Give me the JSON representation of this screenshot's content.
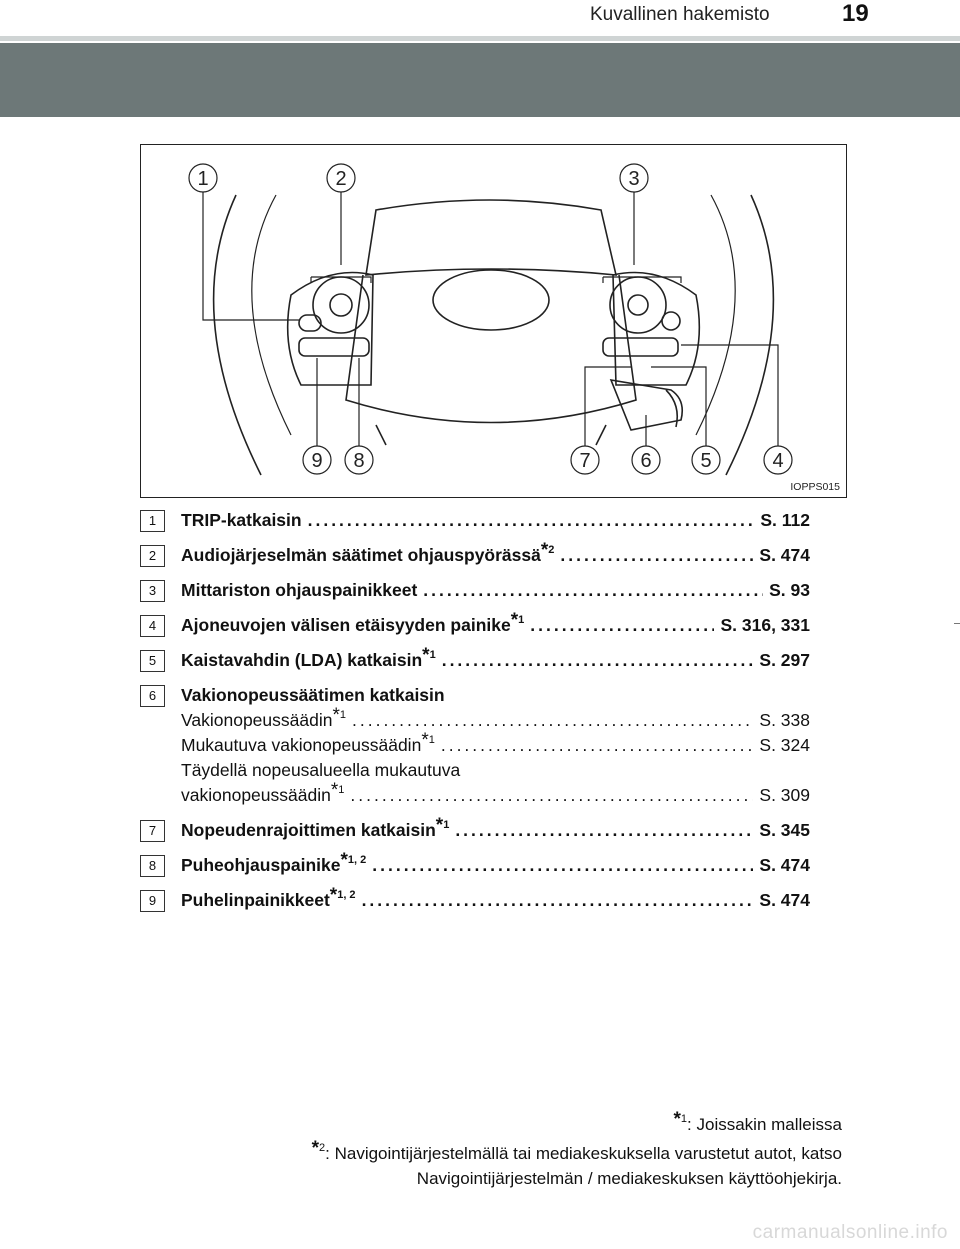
{
  "header": {
    "section_title": "Kuvallinen hakemisto",
    "page_number": "19"
  },
  "figure": {
    "code": "IOPPS015",
    "callouts": [
      "1",
      "2",
      "3",
      "4",
      "5",
      "6",
      "7",
      "8",
      "9"
    ]
  },
  "entries": [
    {
      "number": "1",
      "label": "TRIP-katkaisin",
      "sup": "",
      "ref": "S. 112"
    },
    {
      "number": "2",
      "label": "Audiojärjeselmän säätimet ohjauspyörässä",
      "sup": "2",
      "ref": "S. 474"
    },
    {
      "number": "3",
      "label": "Mittariston ohjauspainikkeet",
      "sup": "",
      "ref": "S. 93"
    },
    {
      "number": "4",
      "label": "Ajoneuvojen välisen etäisyyden painike",
      "sup": "1",
      "ref": "S. 316, 331"
    },
    {
      "number": "5",
      "label": "Kaistavahdin (LDA) katkaisin",
      "sup": "1",
      "ref": "S. 297"
    },
    {
      "number": "6",
      "label": "Vakionopeussäätimen katkaisin",
      "subitems": [
        {
          "label": "Vakionopeussäädin",
          "sup": "1",
          "ref": "S. 338"
        },
        {
          "label": "Mukautuva vakionopeussäädin",
          "sup": "1",
          "ref": "S. 324"
        },
        {
          "label_line1": "Täydellä nopeusalueella mukautuva",
          "label": "vakionopeussäädin",
          "sup": "1",
          "ref": "S. 309"
        }
      ]
    },
    {
      "number": "7",
      "label": "Nopeudenrajoittimen katkaisin",
      "sup": "1",
      "ref": "S. 345"
    },
    {
      "number": "8",
      "label": "Puheohjauspainike",
      "sup": "1, 2",
      "ref": "S. 474"
    },
    {
      "number": "9",
      "label": "Puhelinpainikkeet",
      "sup": "1, 2",
      "ref": "S. 474"
    }
  ],
  "footnotes": {
    "note1_sup": "1",
    "note1": ": Joissakin malleissa",
    "note2_sup": "2",
    "note2_line1": ": Navigointijärjestelmällä tai mediakeskuksella varustetut autot, katso",
    "note2_line2": "Navigointijärjestelmän / mediakeskuksen käyttöohjekirja."
  },
  "watermark": "carmanualsonline.info",
  "colors": {
    "header_band": "#6d7878",
    "header_line": "#cfd4d4"
  }
}
